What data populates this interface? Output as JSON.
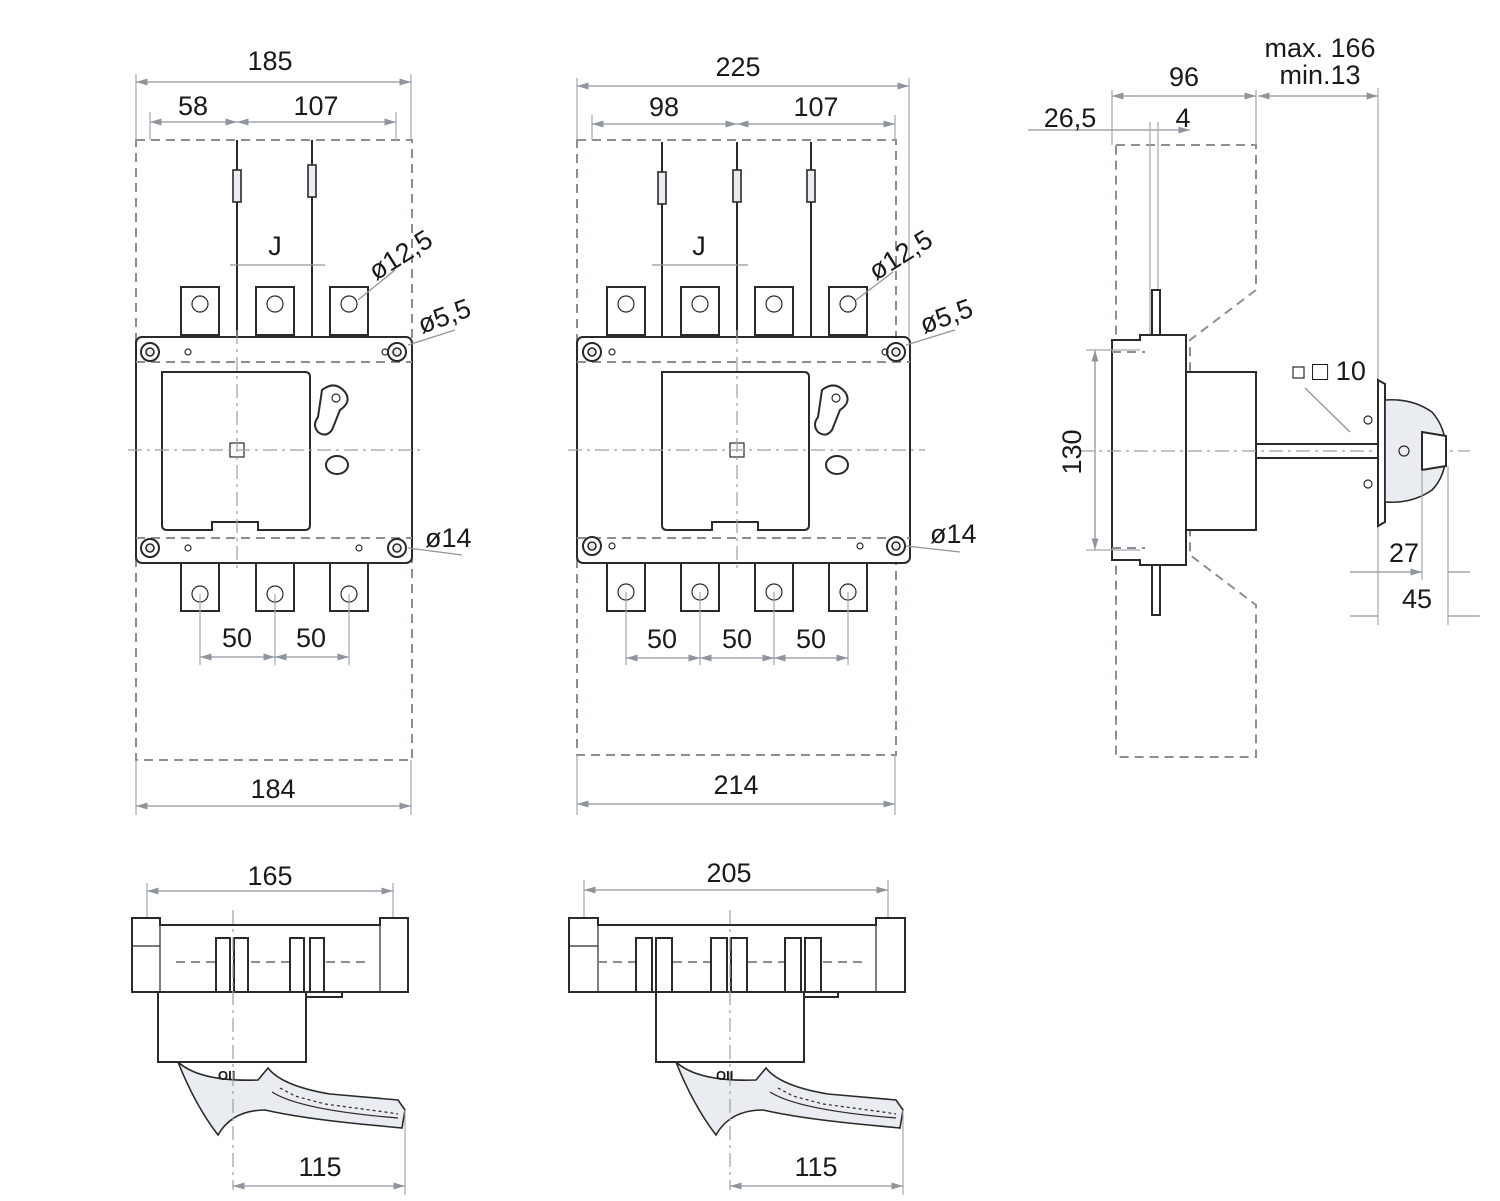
{
  "drawing": {
    "front_3pole": {
      "width_top": "185",
      "offset_left": "58",
      "pole_spacing_top": "107",
      "aux_label": "J",
      "hole_large": "ø12,5",
      "hole_small": "ø5,5",
      "hole_mount": "ø14",
      "terminal_pitch_1": "50",
      "terminal_pitch_2": "50",
      "width_bottom": "184"
    },
    "front_4pole": {
      "width_top": "225",
      "offset_left": "98",
      "pole_spacing_top": "107",
      "aux_label": "J",
      "hole_large": "ø12,5",
      "hole_small": "ø5,5",
      "hole_mount": "ø14",
      "terminal_pitch_1": "50",
      "terminal_pitch_2": "50",
      "terminal_pitch_3": "50",
      "width_bottom": "214"
    },
    "side_view": {
      "max_depth": "max. 166",
      "min_depth": "min.13",
      "depth": "96",
      "offset_a": "26,5",
      "offset_b": "4",
      "shaft_square": "□ 10",
      "height": "130",
      "handle_a": "27",
      "handle_b": "45"
    },
    "bottom_3pole": {
      "width": "165",
      "handle_reach": "115",
      "switch_marking": "OII"
    },
    "bottom_4pole": {
      "width": "205",
      "handle_reach": "115",
      "switch_marking": "OII"
    }
  }
}
